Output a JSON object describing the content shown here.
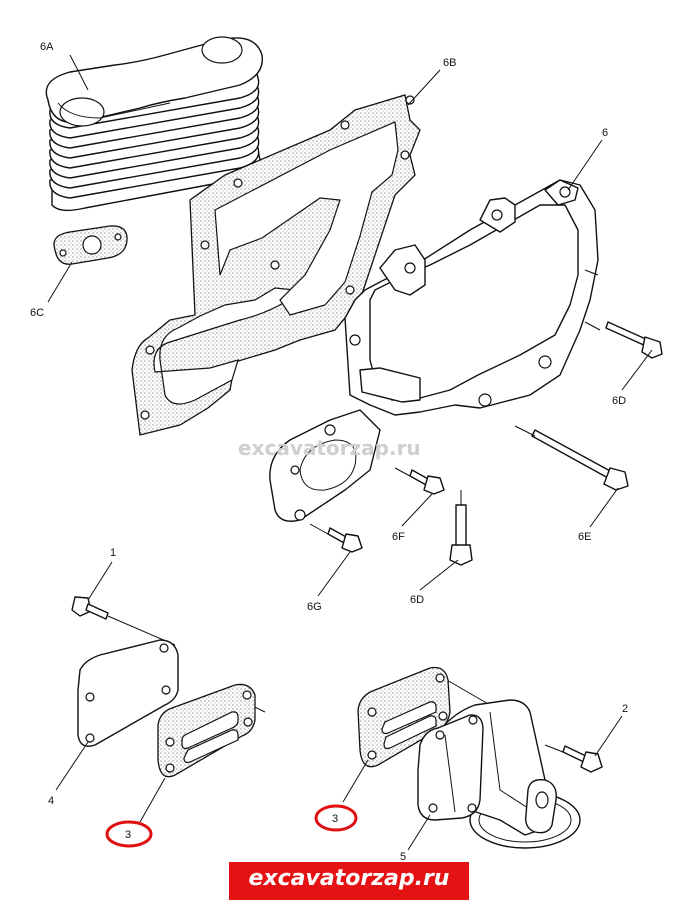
{
  "watermark": "excavatorzap.ru",
  "banner": "excavatorzap.ru",
  "colors": {
    "highlight": "#e01010",
    "banner_bg": "#e41212",
    "banner_text": "#ffffff"
  },
  "labels": {
    "p6A": "6A",
    "p6B": "6B",
    "p6": "6",
    "p6C": "6C",
    "p6D_upper": "6D",
    "p6E": "6E",
    "p6F": "6F",
    "p6G": "6G",
    "p6D_lower": "6D",
    "p1": "1",
    "p2": "2",
    "p4": "4",
    "p3_left": "3",
    "p3_right": "3",
    "p5": "5"
  }
}
